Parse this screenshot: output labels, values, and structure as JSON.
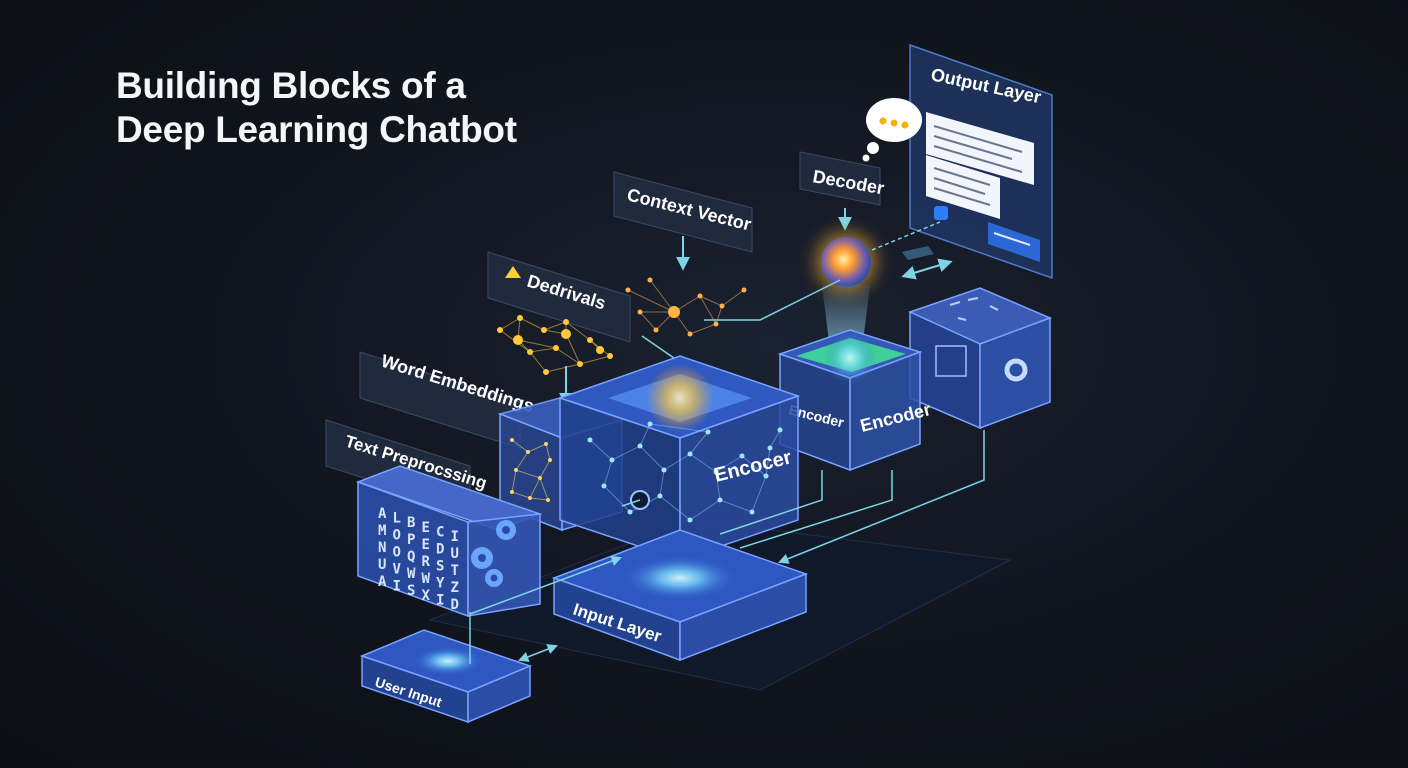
{
  "title": {
    "line1": "Building Blocks of a",
    "line2": "Deep Learning Chatbot"
  },
  "labels": {
    "output_layer": "Output Layer",
    "decoder": "Decoder",
    "context_vector": "Context Vector",
    "dedrivals": "Dedrivals",
    "word_embeddings": "Word Embeddings",
    "text_preprocessing": "Text Preprocssing",
    "encoder_main": "Encocer",
    "encoder_small": "Encoder",
    "encoder_side": "Encoder",
    "input_layer": "Input Layer",
    "user_input": "User Input"
  },
  "letter_grid": [
    "ALBECI",
    "MOPEDU",
    "NOQRST",
    "UVWWYZ",
    "AISXID"
  ],
  "colors": {
    "background": "#0d1118",
    "block_blue": "#3a63c8",
    "block_edge": "#6f9cff",
    "arrow": "#7fd3e6",
    "node_gold": "#ffc93a",
    "glow_cyan": "#9ff0ff",
    "glow_orange": "#ffae33",
    "encoder_top": "#3fcf9a"
  },
  "icons": [
    "gear-icon",
    "thought-bubble-icon",
    "chat-bubble-icon",
    "double-arrow-icon",
    "up-arrow-icon",
    "lens-icon"
  ]
}
